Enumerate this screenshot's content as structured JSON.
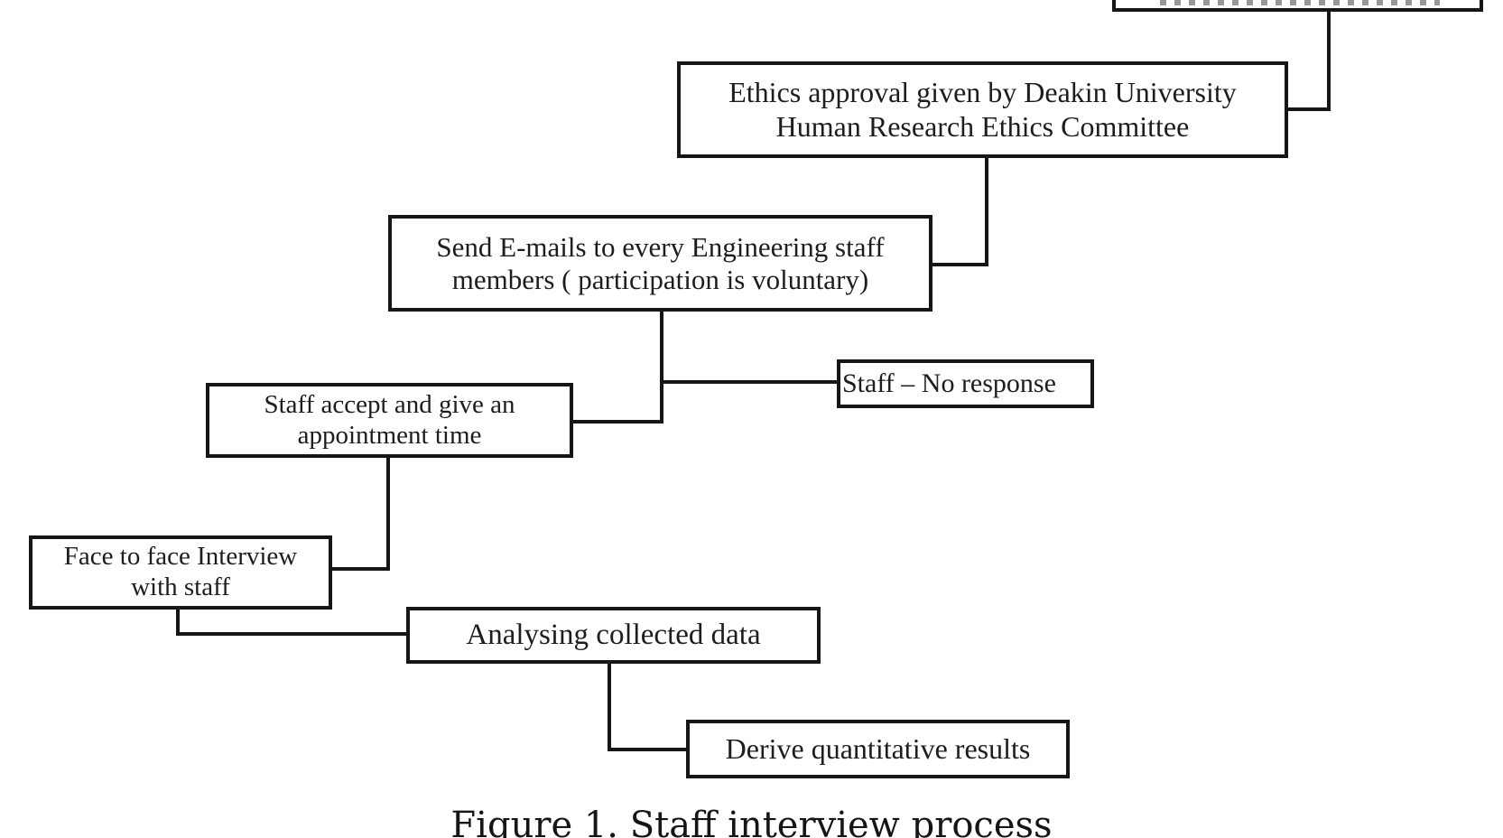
{
  "colors": {
    "background": "#ffffff",
    "line": "#161616",
    "text": "#1d1d1d"
  },
  "caption": "Figure 1. Staff interview process",
  "nodes": {
    "top_truncated": {
      "line1": ""
    },
    "ethics": {
      "line1": "Ethics approval given by Deakin University",
      "line2": "Human Research Ethics Committee"
    },
    "send": {
      "line1": "Send E-mails to every Engineering staff",
      "line2": "members ( participation is voluntary)"
    },
    "accept": {
      "line1": "Staff accept and give an",
      "line2": "appointment time"
    },
    "no_response": {
      "line1": "Staff – No response"
    },
    "face": {
      "line1": "Face to face Interview",
      "line2": "with staff"
    },
    "analysing": {
      "line1": "Analysing collected data"
    },
    "derive": {
      "line1": "Derive quantitative results"
    }
  },
  "edges": [
    {
      "from": "top_truncated",
      "to": "ethics"
    },
    {
      "from": "ethics",
      "to": "send"
    },
    {
      "from": "send",
      "to": "accept"
    },
    {
      "from": "send",
      "to": "no_response"
    },
    {
      "from": "accept",
      "to": "face"
    },
    {
      "from": "face",
      "to": "analysing"
    },
    {
      "from": "analysing",
      "to": "derive"
    }
  ]
}
